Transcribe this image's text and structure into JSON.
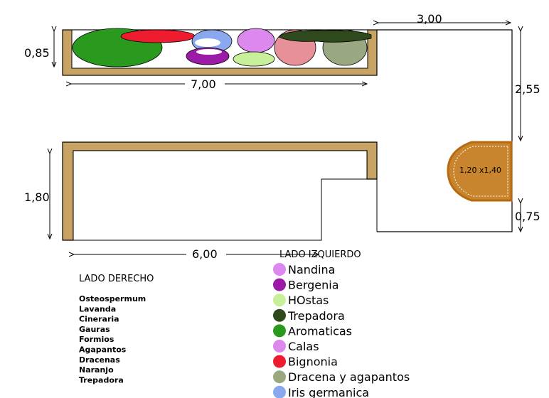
{
  "dimensions": {
    "top_width": "7,00",
    "top_depth": "0,85",
    "right_top_width": "3,00",
    "right_height": "2,55",
    "bottom_depth": "1,80",
    "bottom_width": "6,00",
    "lower_right": "0,75"
  },
  "feature_label": "1,20 x1,40",
  "lado_derecho": {
    "title": "LADO DERECHO",
    "plants": [
      "Osteospermum",
      "Lavanda",
      "Cineraria",
      "Gauras",
      "Formios",
      "Agapantos",
      "Dracenas",
      "Naranjo",
      "Trepadora"
    ]
  },
  "lado_izquierdo": {
    "title": "LADO IZQUIERDO",
    "legend": [
      {
        "label": "Nandina",
        "color": "#dd88ee"
      },
      {
        "label": "Bergenia",
        "color": "#9b1aa8"
      },
      {
        "label": "HOstas",
        "color": "#c8f09a"
      },
      {
        "label": "Trepadora",
        "color": "#2e4a1c"
      },
      {
        "label": "Aromaticas",
        "color": "#2a9a1e"
      },
      {
        "label": "Calas",
        "color": "#dd88ee"
      },
      {
        "label": "Bignonia",
        "color": "#ee1c2e"
      },
      {
        "label": "Dracena y agapantos",
        "color": "#9aa882"
      },
      {
        "label": "Iris germanica",
        "color": "#8aa8ee"
      }
    ]
  },
  "colors": {
    "wall": "#c8a464",
    "feature": "#c8852e",
    "feature_border": "#b86a10"
  }
}
